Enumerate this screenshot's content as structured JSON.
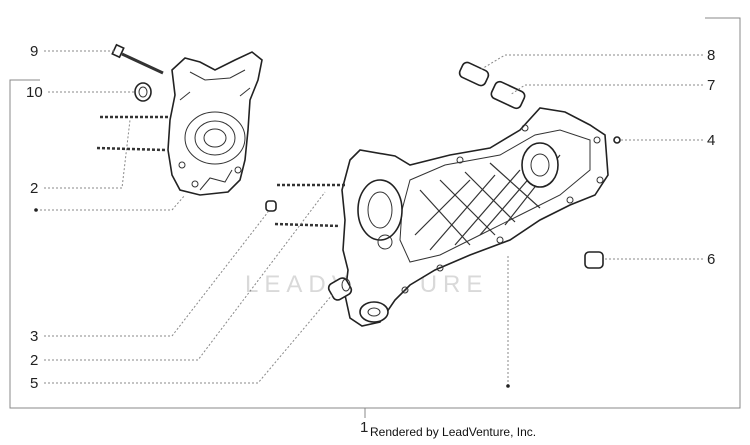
{
  "callouts": {
    "c9": "9",
    "c10": "10",
    "c2a": "2",
    "c8": "8",
    "c7": "7",
    "c4": "4",
    "c6": "6",
    "c3": "3",
    "c2b": "2",
    "c5": "5",
    "c1": "1"
  },
  "credit": "Rendered by LeadVenture, Inc.",
  "watermark": "LEADVENTURE"
}
